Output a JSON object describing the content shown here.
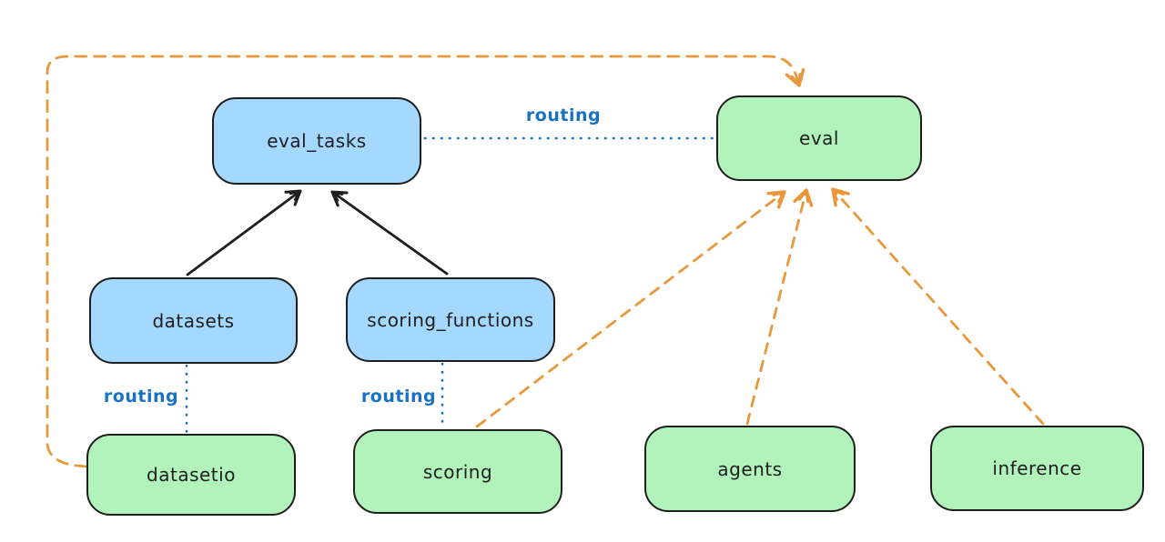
{
  "diagram": {
    "nodes": [
      {
        "id": "eval_tasks",
        "label": "eval_tasks",
        "fill": "#a5d8ff"
      },
      {
        "id": "eval",
        "label": "eval",
        "fill": "#b2f2bb"
      },
      {
        "id": "datasets",
        "label": "datasets",
        "fill": "#a5d8ff"
      },
      {
        "id": "scoring_functions",
        "label": "scoring_functions",
        "fill": "#a5d8ff"
      },
      {
        "id": "datasetio",
        "label": "datasetio",
        "fill": "#b2f2bb"
      },
      {
        "id": "scoring",
        "label": "scoring",
        "fill": "#b2f2bb"
      },
      {
        "id": "agents",
        "label": "agents",
        "fill": "#b2f2bb"
      },
      {
        "id": "inference",
        "label": "inference",
        "fill": "#b2f2bb"
      }
    ],
    "edges": [
      {
        "from": "datasets",
        "to": "eval_tasks",
        "style": "solid",
        "color": "#1e1e1e",
        "arrow": true,
        "label": ""
      },
      {
        "from": "scoring_functions",
        "to": "eval_tasks",
        "style": "solid",
        "color": "#1e1e1e",
        "arrow": true,
        "label": ""
      },
      {
        "from": "eval_tasks",
        "to": "eval",
        "style": "dotted",
        "color": "#1971c2",
        "arrow": false,
        "label": "routing"
      },
      {
        "from": "datasets",
        "to": "datasetio",
        "style": "dotted",
        "color": "#1971c2",
        "arrow": false,
        "label": "routing"
      },
      {
        "from": "scoring_functions",
        "to": "scoring",
        "style": "dotted",
        "color": "#1971c2",
        "arrow": false,
        "label": "routing"
      },
      {
        "from": "datasetio",
        "to": "eval",
        "style": "dashed",
        "color": "#e8983b",
        "arrow": true,
        "label": ""
      },
      {
        "from": "scoring",
        "to": "eval",
        "style": "dashed",
        "color": "#e8983b",
        "arrow": true,
        "label": ""
      },
      {
        "from": "agents",
        "to": "eval",
        "style": "dashed",
        "color": "#e8983b",
        "arrow": true,
        "label": ""
      },
      {
        "from": "inference",
        "to": "eval",
        "style": "dashed",
        "color": "#e8983b",
        "arrow": true,
        "label": ""
      }
    ],
    "colors": {
      "background": "#ffffff",
      "node_stroke": "#1e1e1e",
      "blue_fill": "#a5d8ff",
      "green_fill": "#b2f2bb",
      "routing_blue": "#1971c2",
      "orange": "#e8983b"
    }
  }
}
